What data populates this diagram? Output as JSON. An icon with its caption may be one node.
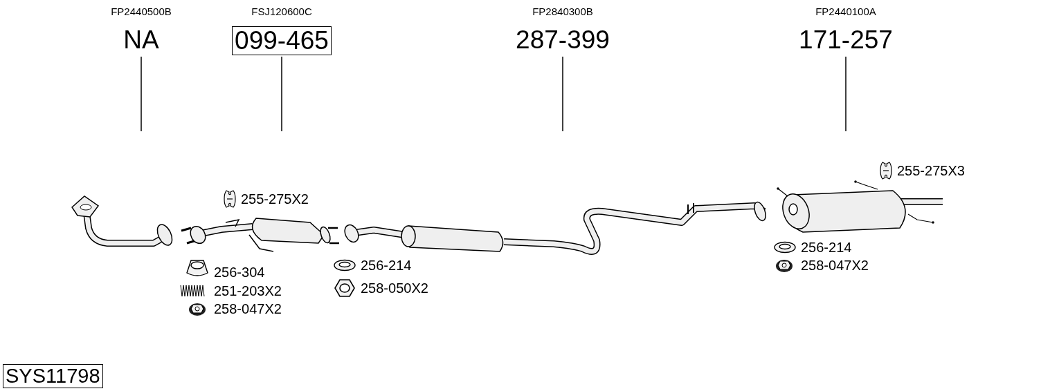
{
  "diagram": {
    "nodes": [
      {
        "text": [
          "FP2440500B",
          "NA"
        ]
      },
      {
        "text": [
          "FSJ120600C",
          "099-465"
        ]
      },
      {
        "text": [
          "FP2840300B",
          "287-399"
        ]
      },
      {
        "text": [
          "FP2440100A",
          "171-257"
        ]
      },
      {
        "text": [
          "SYS11798"
        ]
      }
    ],
    "edges": [
      {
        "from": 0,
        "to": null,
        "arrow": "none"
      },
      {
        "from": 1,
        "to": null,
        "arrow": "none"
      },
      {
        "from": 2,
        "to": null,
        "arrow": "none"
      },
      {
        "from": 3,
        "to": null,
        "arrow": "none"
      }
    ],
    "labels": [
      "255-275X2",
      "256-304",
      "251-203X2",
      "258-047X2",
      "256-214",
      "258-050X2",
      "255-275X3",
      "256-214",
      "258-047X2"
    ]
  }
}
